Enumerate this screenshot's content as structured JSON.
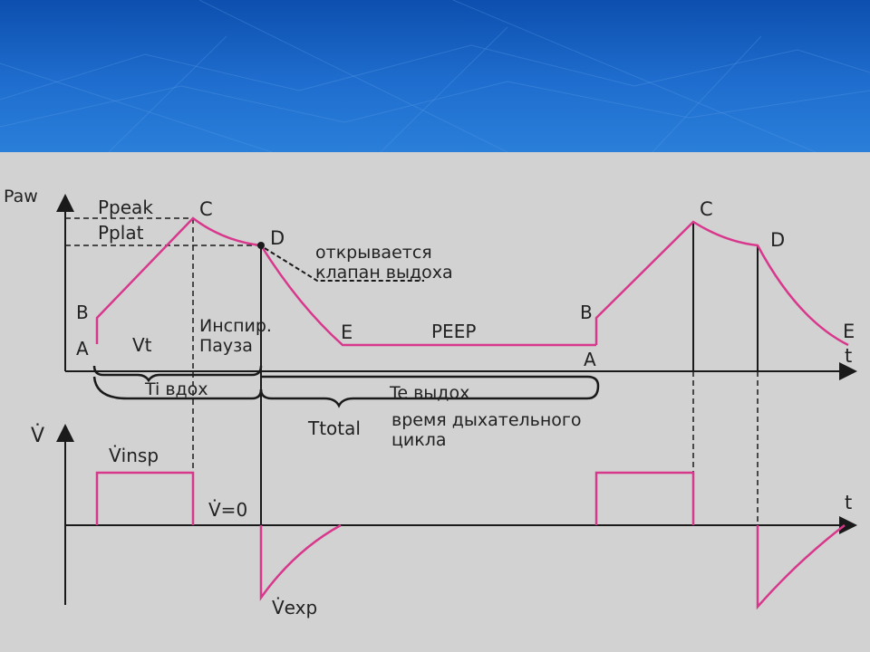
{
  "pressure": {
    "axis_y": "Paw",
    "axis_x": "t",
    "ppeak": "Ppeak",
    "pplat": "Pplat",
    "point_a1": "A",
    "point_b1": "B",
    "point_c1": "C",
    "point_d1": "D",
    "point_e1": "E",
    "point_a2": "A",
    "point_b2": "B",
    "point_c2": "C",
    "point_d2": "D",
    "point_e2": "E",
    "vt": "Vt",
    "pause_line1": "Инспир.",
    "pause_line2": "Пауза",
    "valve_line1": "открывается",
    "valve_line2": "клапан выдоха",
    "peep": "PEEP",
    "ti": "Ti вдох",
    "te": "Te выдох",
    "ttotal": "Ttotal",
    "cycle_line1": "время дыхательного",
    "cycle_line2": "цикла"
  },
  "flow": {
    "axis_y": "V̇",
    "axis_x": "t",
    "vinsp": "V̇insp",
    "vzero": "V̇=0",
    "vexp": "V̇exp"
  },
  "colors": {
    "curve": "#d8388c",
    "ink": "#1a1a1a",
    "panel": "#d2d2d2",
    "banner": "#1f6ecf"
  }
}
